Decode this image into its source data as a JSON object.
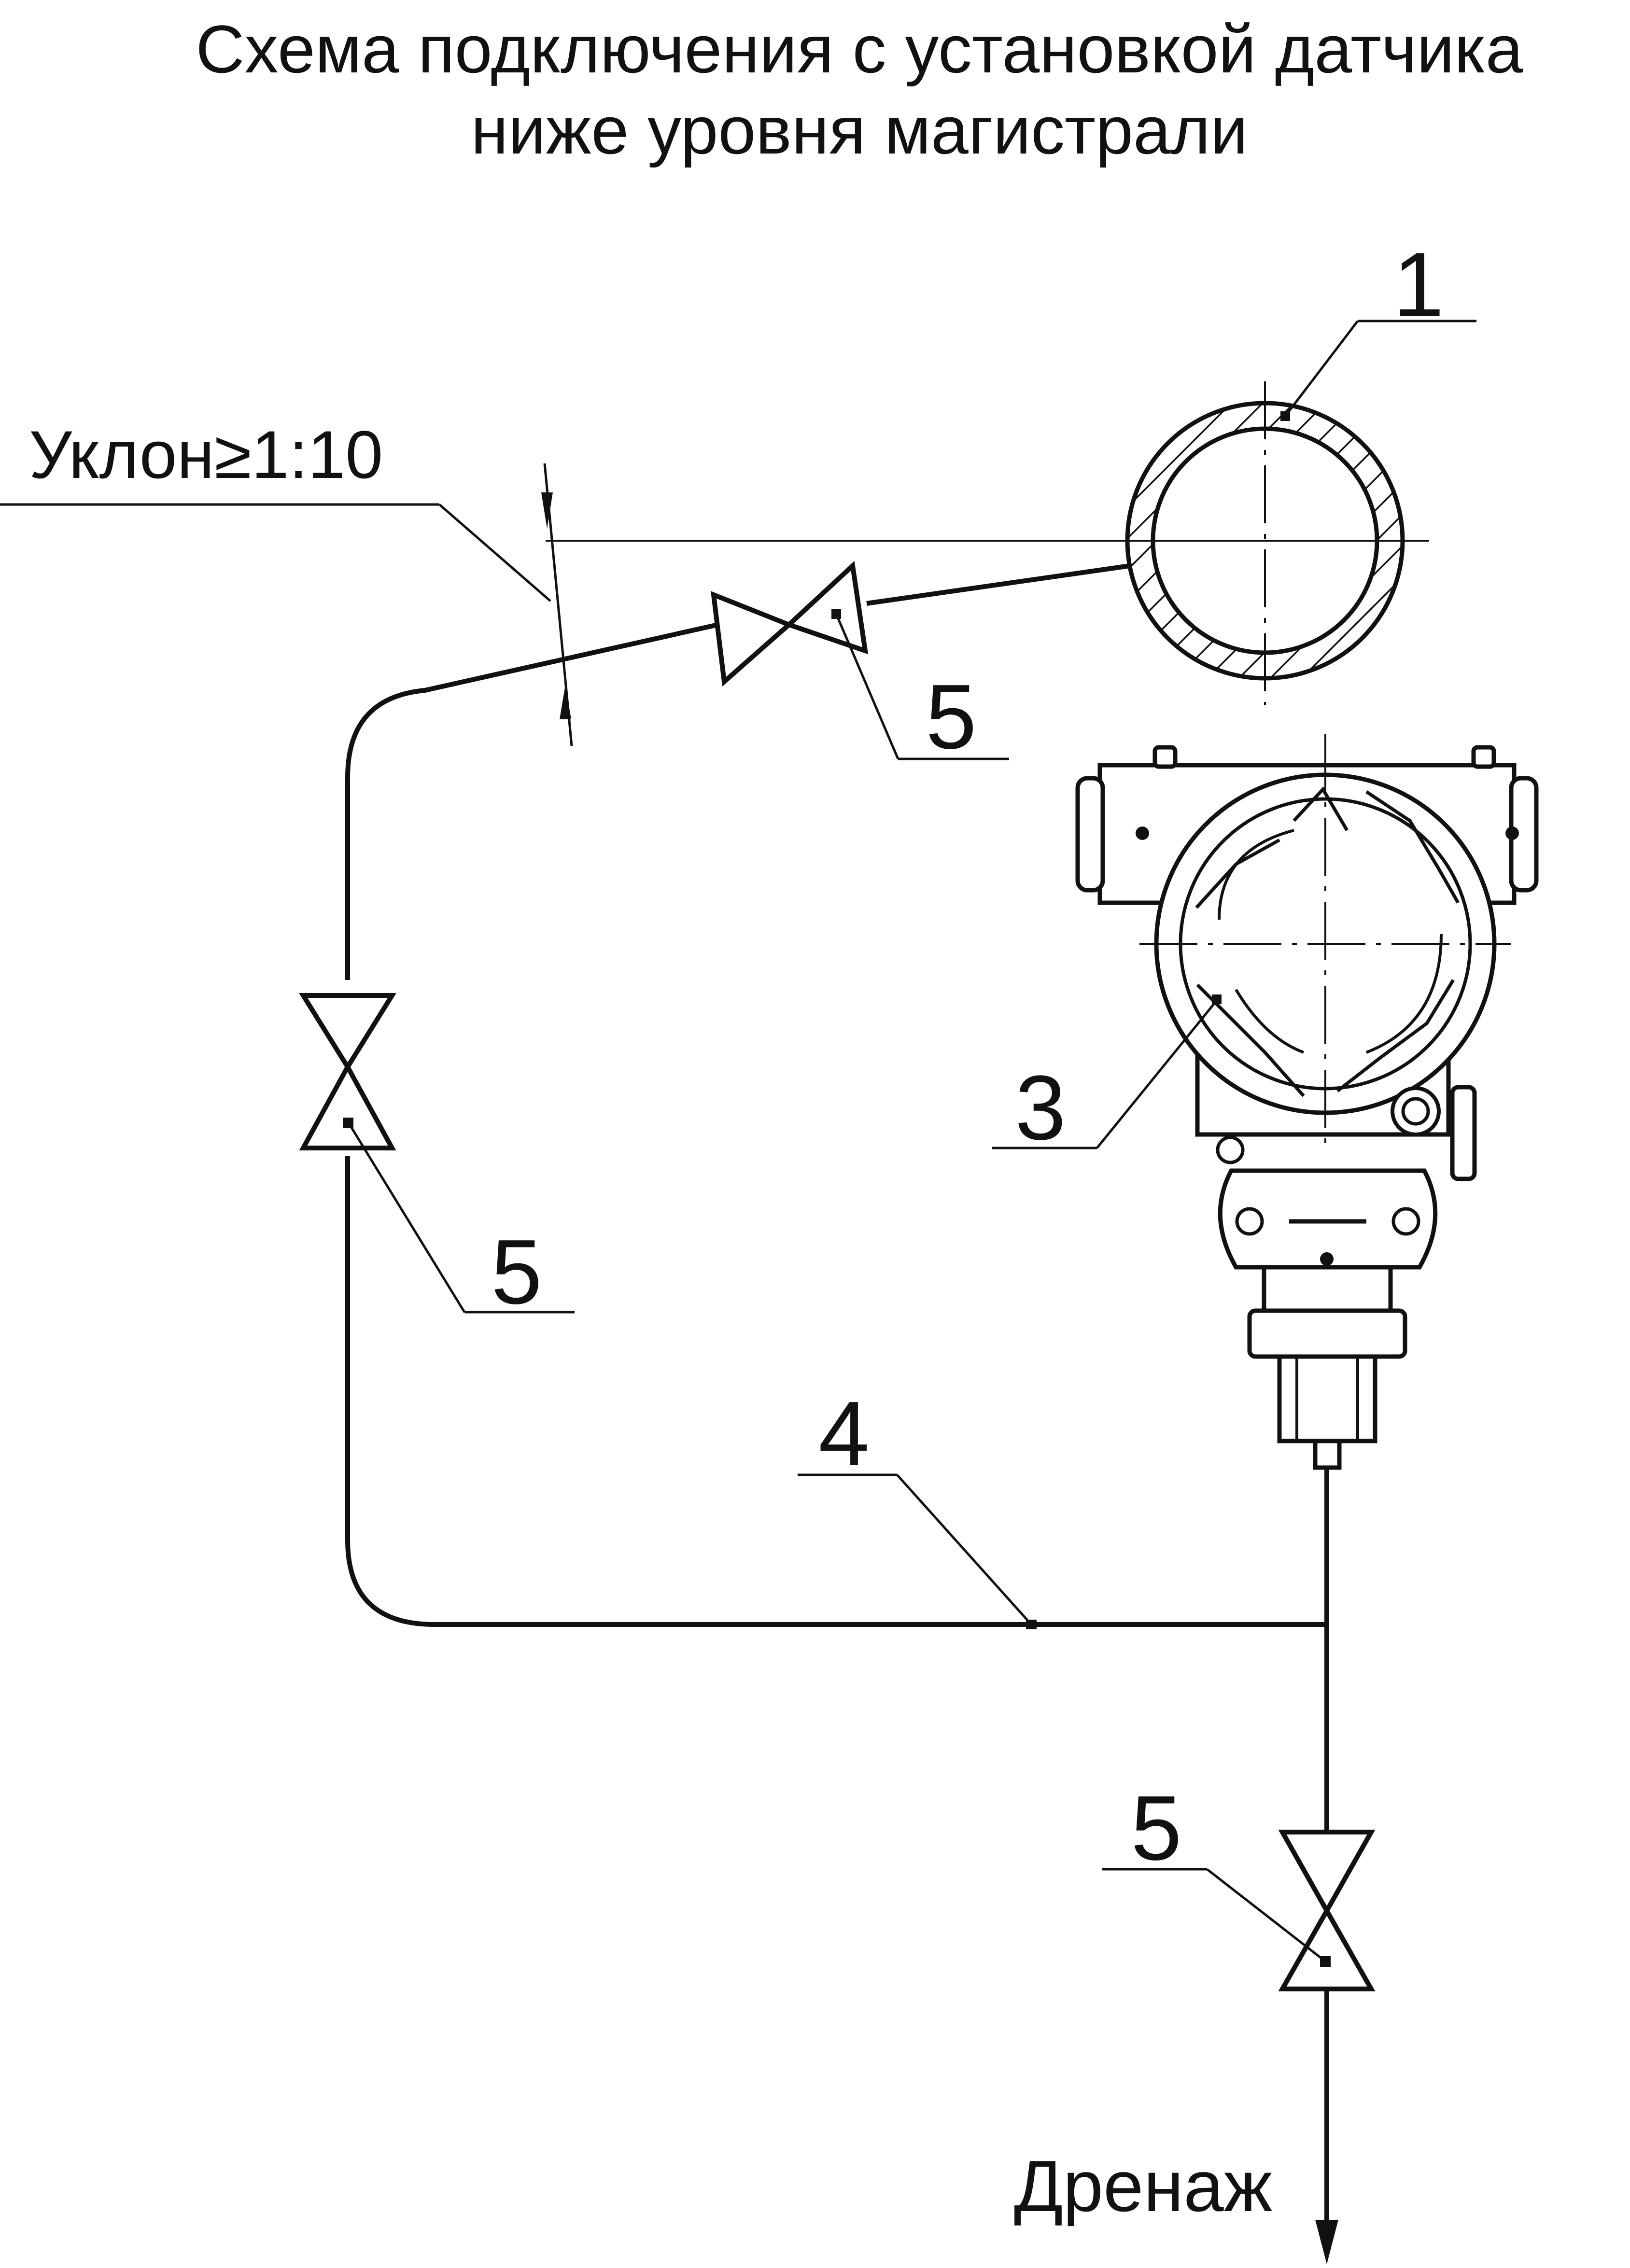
{
  "title": {
    "line1": "Схема подключения с установкой датчика",
    "line2": "ниже уровня магистрали"
  },
  "annotations": {
    "slope": "Уклон≥1:10",
    "drain": "Дренаж"
  },
  "callouts": {
    "pipe": "1",
    "transmitter": "3",
    "impulse_line": "4",
    "valve_top": "5",
    "valve_left": "5",
    "valve_drain": "5"
  },
  "colors": {
    "line": "#111111",
    "background": "#ffffff"
  }
}
